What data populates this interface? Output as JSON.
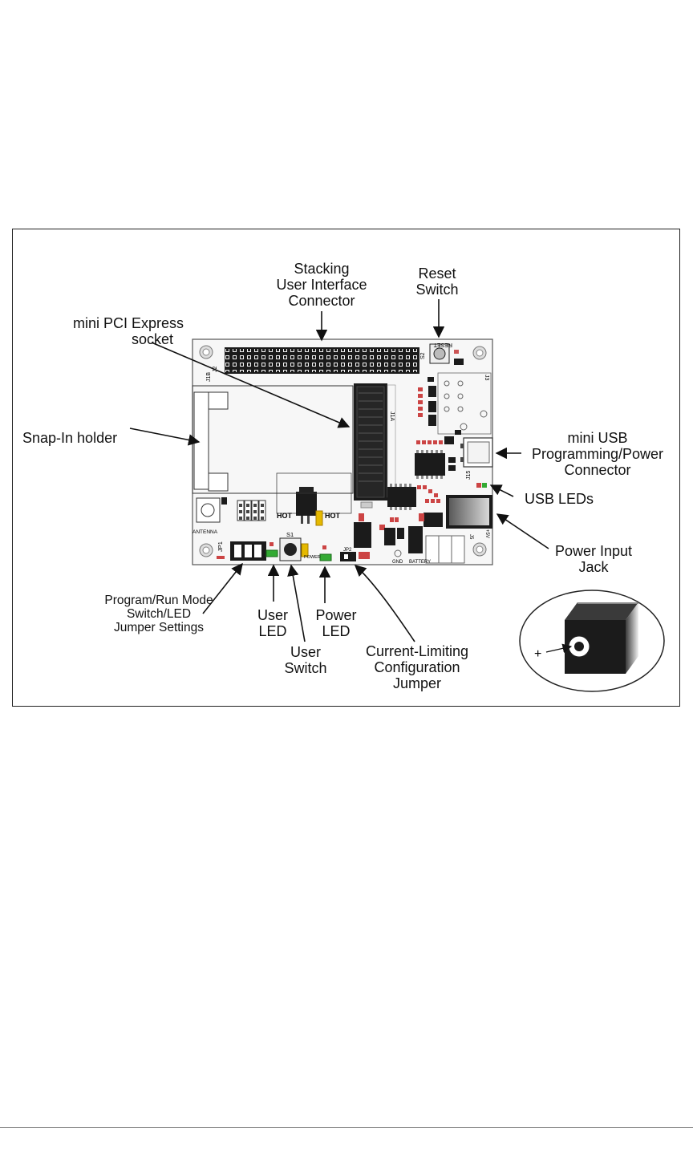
{
  "callouts": {
    "stacking": [
      "Stacking",
      "User Interface",
      "Connector"
    ],
    "reset": [
      "Reset",
      "Switch"
    ],
    "mini_pci": [
      "mini PCI Express",
      "socket"
    ],
    "snap_in": [
      "Snap-In holder"
    ],
    "mini_usb": [
      "mini USB",
      "Programming/Power",
      "Connector"
    ],
    "usb_leds": [
      "USB LEDs"
    ],
    "power_input": [
      "Power Input",
      "Jack"
    ],
    "program_run": [
      "Program/Run Mode",
      "Switch/LED",
      "Jumper Settings"
    ],
    "user_led": [
      "User",
      "LED"
    ],
    "user_switch": [
      "User",
      "Switch"
    ],
    "power_led": [
      "Power",
      "LED"
    ],
    "current_limit": [
      "Current-Limiting",
      "Configuration",
      "Jumper"
    ]
  },
  "jack_inset": {
    "polarity": "+"
  },
  "board_silkscreen": {
    "header": "J2",
    "reset_ref": "S2",
    "reset_text": "RESET",
    "usb_ref": "J3",
    "minipci_ref": "J1A",
    "snapin_ref": "J1B",
    "user_sw_ref": "S1",
    "hot1": "HOT",
    "hot2": "HOT",
    "antenna": "ANTENNA",
    "jp1": "JP1",
    "jp2": "JP2",
    "power_text": "POWER",
    "battery_text": "BATTERY",
    "usb_port_ref": "J15",
    "jack_ref": "J5",
    "plus5v": "+5V",
    "gnd": "GND"
  }
}
